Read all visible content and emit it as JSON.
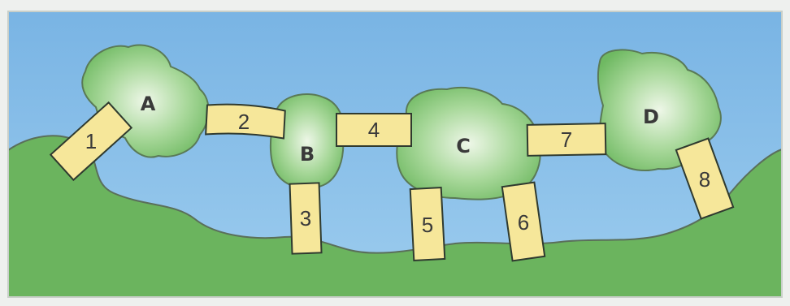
{
  "diagram": {
    "islands": [
      {
        "id": "A",
        "label": "A"
      },
      {
        "id": "B",
        "label": "B"
      },
      {
        "id": "C",
        "label": "C"
      },
      {
        "id": "D",
        "label": "D"
      }
    ],
    "bridges": [
      {
        "id": "1",
        "label": "1"
      },
      {
        "id": "2",
        "label": "2"
      },
      {
        "id": "3",
        "label": "3"
      },
      {
        "id": "4",
        "label": "4"
      },
      {
        "id": "5",
        "label": "5"
      },
      {
        "id": "6",
        "label": "6"
      },
      {
        "id": "7",
        "label": "7"
      },
      {
        "id": "8",
        "label": "8"
      }
    ]
  },
  "colors": {
    "water": "#8ec3ea",
    "land": "#6bb45e",
    "island": "#7dc16e",
    "bridge": "#f6e79a",
    "outline": "#5a6f5a"
  }
}
